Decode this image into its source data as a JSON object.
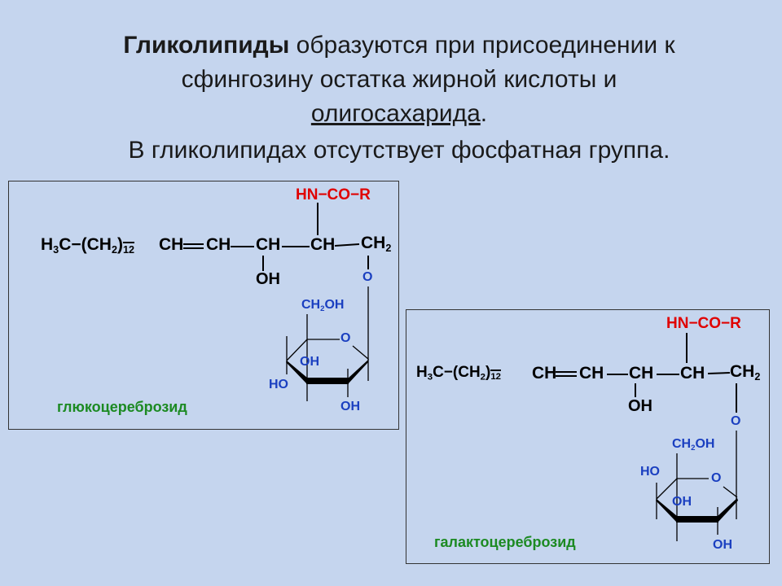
{
  "title": {
    "line1_bold": "Гликолипиды",
    "line1_rest": " образуются при присоединении к",
    "line2": "сфингозину остатка жирной кислоты и",
    "line3_underlined": "олигосахарида",
    "line3_end": ".",
    "line4": "В гликолипидах отсутствует фосфатная группа."
  },
  "colors": {
    "background": "#c5d5ee",
    "amide": "#e00000",
    "sugar": "#1a3fc0",
    "label": "#1c8a22"
  },
  "structures": [
    {
      "amide": "HN−CO−R",
      "tail": {
        "h": "H",
        "h_sub": "3",
        "mid": "C−(CH",
        "ch2_sub": "2",
        "close": ")",
        "n": "12"
      },
      "c1": "CH",
      "c2": "CH",
      "c3": "CH",
      "c4": "CH",
      "c5": "CH",
      "c5_sub": "2",
      "oh_chain": "OH",
      "glyco_o": "O",
      "ch2oh": "CH",
      "ch2oh_sub": "2",
      "ch2oh_end": "OH",
      "ring_o": "O",
      "oh_inner": "OH",
      "ho_side": "HO",
      "oh_bottom": "OH",
      "name": "глюкоцереброзид"
    },
    {
      "amide": "HN−CO−R",
      "tail": {
        "h": "H",
        "h_sub": "3",
        "mid": "C−(CH",
        "ch2_sub": "2",
        "close": ")",
        "n": "12"
      },
      "c1": "CH",
      "c2": "CH",
      "c3": "CH",
      "c4": "CH",
      "c5": "CH",
      "c5_sub": "2",
      "oh_chain": "OH",
      "glyco_o": "O",
      "ch2oh": "CH",
      "ch2oh_sub": "2",
      "ch2oh_end": "OH",
      "ring_o": "O",
      "oh_inner": "OH",
      "ho_side": "HO",
      "oh_bottom": "OH",
      "name": "галактоцереброзид"
    }
  ]
}
